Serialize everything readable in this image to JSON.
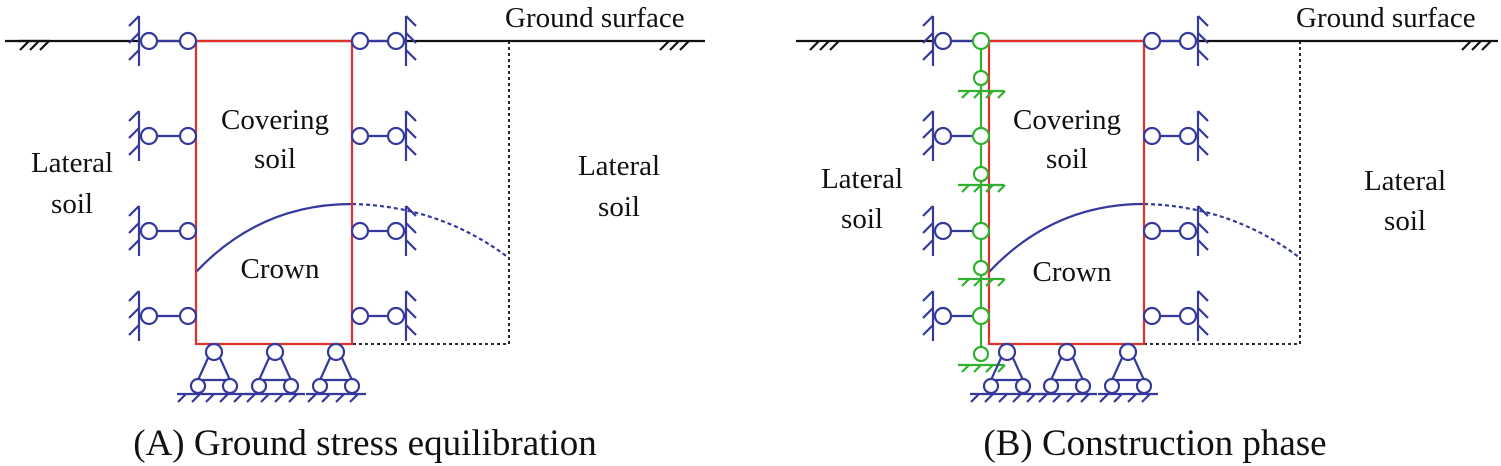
{
  "panels": [
    {
      "id": "A",
      "labels": {
        "ground_surface": "Ground surface",
        "lateral_soil_left": [
          "Lateral",
          "soil"
        ],
        "lateral_soil_right": [
          "Lateral",
          "soil"
        ],
        "covering_soil": [
          "Covering",
          "soil"
        ],
        "crown": "Crown"
      },
      "caption": "(A) Ground stress equilibration",
      "has_green_springs": false
    },
    {
      "id": "B",
      "labels": {
        "ground_surface": "Ground surface",
        "lateral_soil_left": [
          "Lateral",
          "soil"
        ],
        "lateral_soil_right": [
          "Lateral",
          "soil"
        ],
        "covering_soil": [
          "Covering",
          "soil"
        ],
        "crown": "Crown"
      },
      "caption": "(B) Construction phase",
      "has_green_springs": true
    }
  ],
  "colors": {
    "boundary_supports": "#34399b",
    "soil_block": "#e0302a",
    "springs": "#2fb12f",
    "ground": "#111111"
  }
}
